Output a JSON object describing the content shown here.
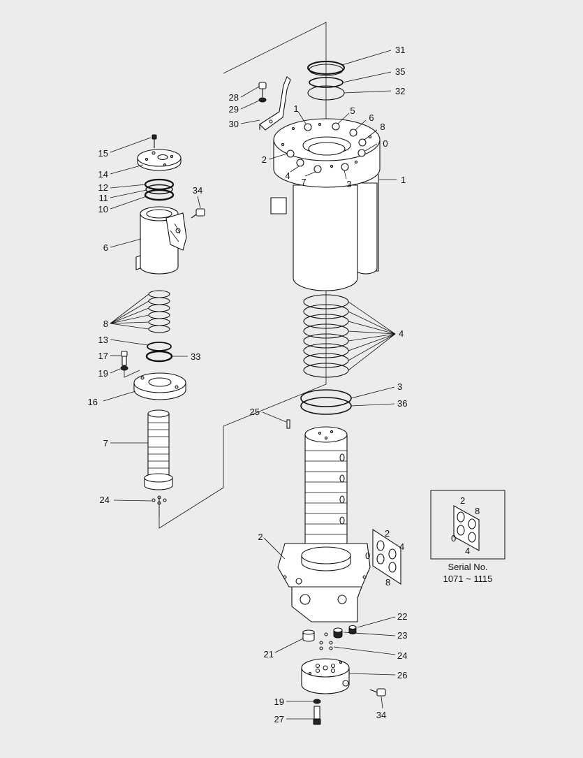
{
  "callouts": {
    "c1": "1",
    "c1b": "1",
    "c2": "2",
    "c2b": "2",
    "c3": "3",
    "c3b": "3",
    "c4": "4",
    "c4b": "4",
    "c5": "5",
    "c6": "6",
    "c6b": "6",
    "c7": "7",
    "c7b": "7",
    "c8": "8",
    "c8b": "8",
    "c0": "0",
    "c10": "10",
    "c11": "11",
    "c12": "12",
    "c13": "13",
    "c14": "14",
    "c15": "15",
    "c16": "16",
    "c17": "17",
    "c19": "19",
    "c19b": "19",
    "c21": "21",
    "c22": "22",
    "c23": "23",
    "c24": "24",
    "c24b": "24",
    "c25": "25",
    "c26": "26",
    "c27": "27",
    "c28": "28",
    "c29": "29",
    "c30": "30",
    "c31": "31",
    "c32": "32",
    "c33": "33",
    "c34": "34",
    "c34b": "34",
    "c35": "35",
    "c36": "36"
  },
  "port_labels": {
    "side_2": "2",
    "side_4": "4",
    "side_0": "0",
    "side_8": "8"
  },
  "serial_box": {
    "port_2": "2",
    "port_8": "8",
    "port_0": "0",
    "port_4": "4",
    "label": "Serial No.",
    "range": "1071 ~ 1115"
  }
}
